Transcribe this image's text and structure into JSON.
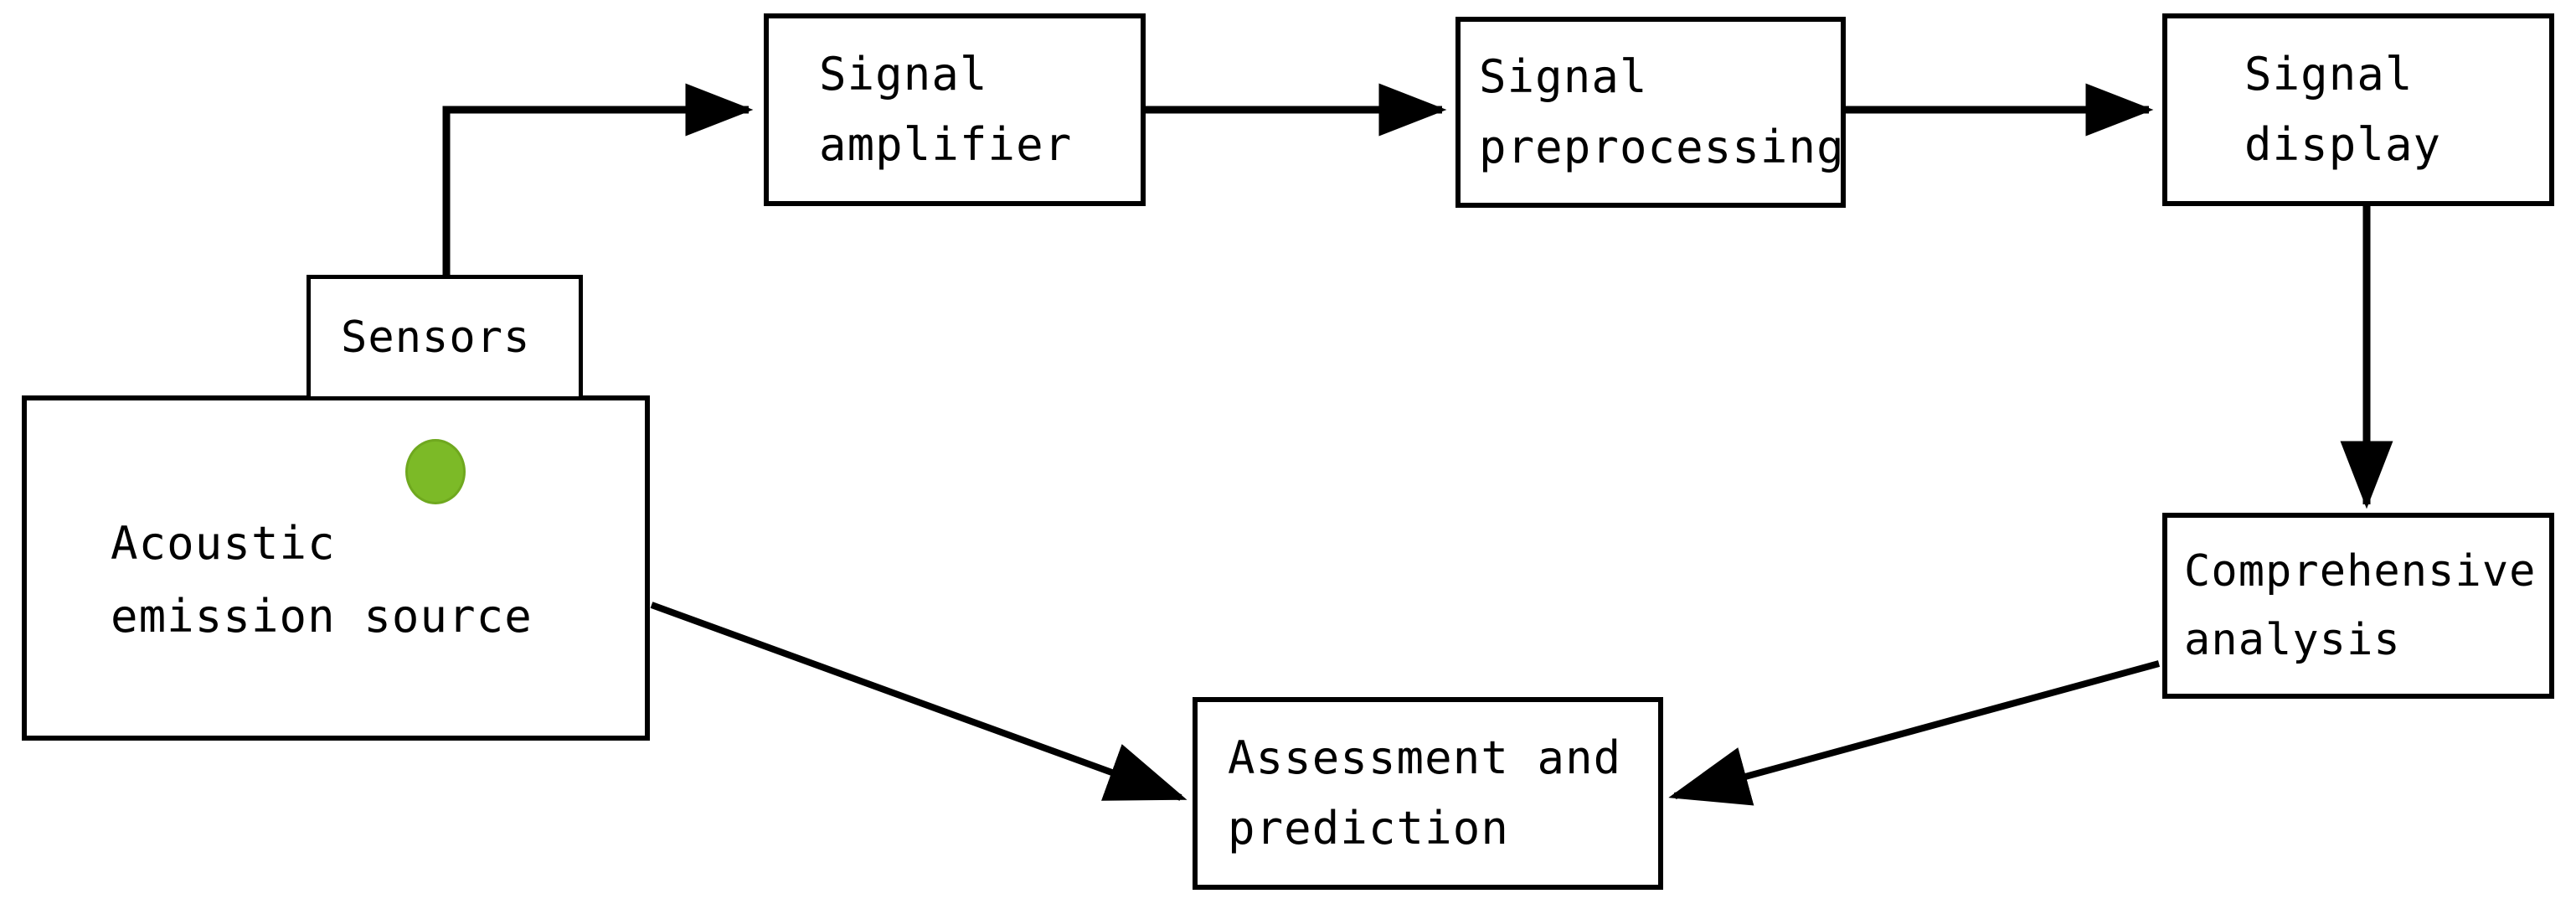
{
  "diagram": {
    "title": "Acoustic emission monitoring system flow",
    "background_color": "#ffffff",
    "line_color": "#000000",
    "accent_color": "#7CBA27",
    "nodes": {
      "signal_amplifier": {
        "line1": "Signal",
        "line2": "amplifier"
      },
      "signal_preprocessing": {
        "line1": "Signal",
        "line2": "preprocessing"
      },
      "signal_display": {
        "line1": "Signal",
        "line2": "display"
      },
      "comprehensive_analysis": {
        "line1": "Comprehensive",
        "line2": "analysis"
      },
      "assessment_prediction": {
        "line1": "Assessment and",
        "line2": "prediction"
      },
      "sensors": {
        "line1": "Sensors"
      },
      "acoustic_source": {
        "line1": "Acoustic",
        "line2": "emission source"
      }
    },
    "marks": {
      "green_dot": "acoustic-emission-point"
    },
    "connectors": [
      {
        "name": "sensors-to-signal-amplifier",
        "from": "sensors",
        "to": "signal_amplifier",
        "style": "elbow-arrow"
      },
      {
        "name": "signal-amplifier-to-signal-preprocessing",
        "from": "signal_amplifier",
        "to": "signal_preprocessing",
        "style": "straight-arrow"
      },
      {
        "name": "signal-preprocessing-to-signal-display",
        "from": "signal_preprocessing",
        "to": "signal_display",
        "style": "straight-arrow"
      },
      {
        "name": "signal-display-to-comprehensive-analysis",
        "from": "signal_display",
        "to": "comprehensive_analysis",
        "style": "vertical-arrow"
      },
      {
        "name": "comprehensive-analysis-to-assessment-prediction",
        "from": "comprehensive_analysis",
        "to": "assessment_prediction",
        "style": "diagonal-arrow"
      },
      {
        "name": "acoustic-source-to-assessment-prediction",
        "from": "acoustic_source",
        "to": "assessment_prediction",
        "style": "diagonal-arrow"
      }
    ]
  }
}
